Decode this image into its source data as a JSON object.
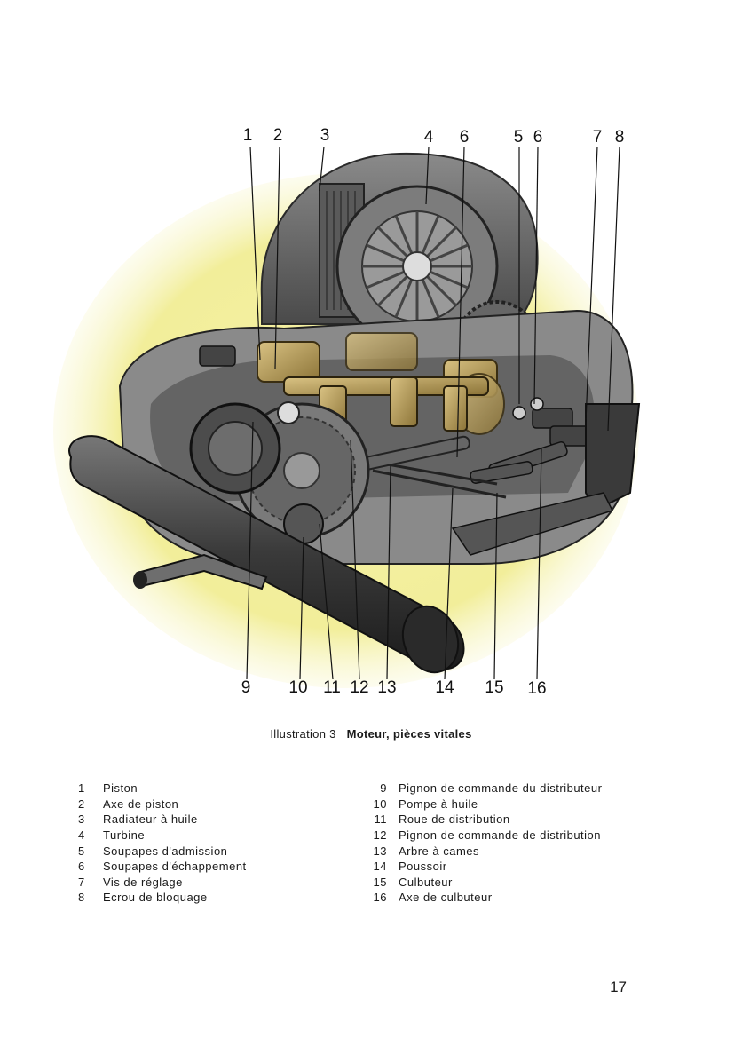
{
  "figure": {
    "callouts_top": [
      "1",
      "2",
      "3",
      "4",
      "6",
      "5",
      "6",
      "7",
      "8"
    ],
    "callouts_bottom": [
      "9",
      "10",
      "11",
      "12",
      "13",
      "14",
      "15",
      "16"
    ]
  },
  "caption": {
    "label": "Illustration 3",
    "title": "Moteur, pièces vitales"
  },
  "legend": {
    "left": [
      {
        "num": "1",
        "name": "Piston"
      },
      {
        "num": "2",
        "name": "Axe de piston"
      },
      {
        "num": "3",
        "name": "Radiateur à huile"
      },
      {
        "num": "4",
        "name": "Turbine"
      },
      {
        "num": "5",
        "name": "Soupapes d'admission"
      },
      {
        "num": "6",
        "name": "Soupapes d'échappement"
      },
      {
        "num": "7",
        "name": "Vis de réglage"
      },
      {
        "num": "8",
        "name": "Ecrou de bloquage"
      }
    ],
    "right": [
      {
        "num": "9",
        "name": "Pignon de commande du distributeur"
      },
      {
        "num": "10",
        "name": "Pompe à huile"
      },
      {
        "num": "11",
        "name": "Roue de distribution"
      },
      {
        "num": "12",
        "name": "Pignon de commande de distribution"
      },
      {
        "num": "13",
        "name": "Arbre à cames"
      },
      {
        "num": "14",
        "name": "Poussoir"
      },
      {
        "num": "15",
        "name": "Culbuteur"
      },
      {
        "num": "16",
        "name": "Axe de culbuteur"
      }
    ]
  },
  "page_number": "17",
  "colors": {
    "background_wash": "#f2ee9a",
    "engine_gray": "#6b6b6b",
    "engine_dark": "#2e2e2e",
    "brass": "#b69a55"
  }
}
